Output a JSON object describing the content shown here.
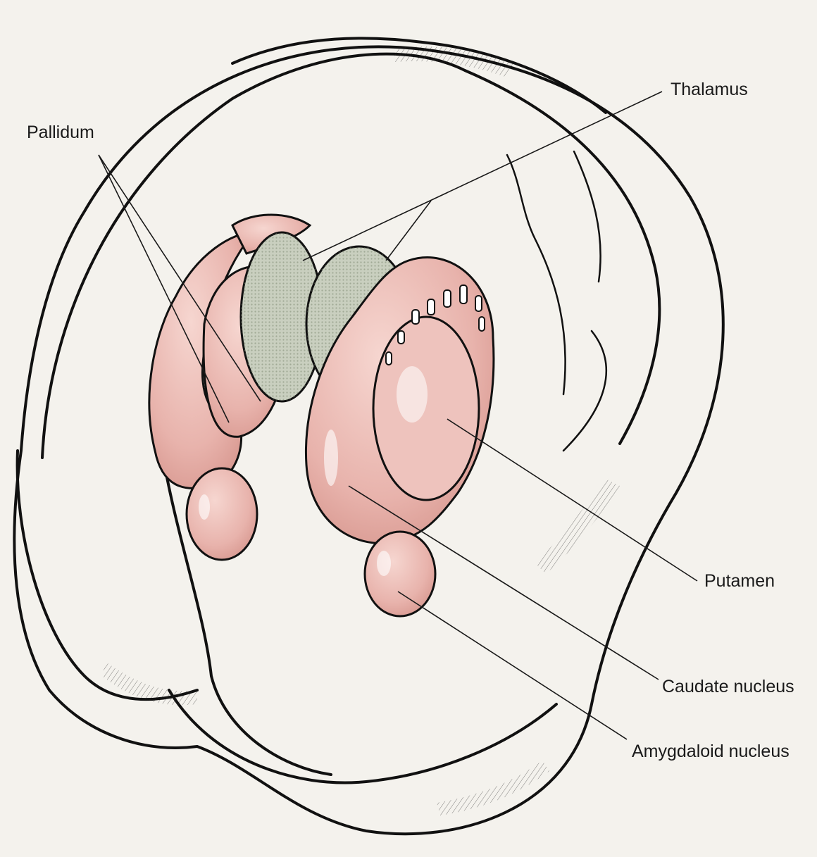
{
  "labels": {
    "thalamus": "Thalamus",
    "pallidum": "Pallidum",
    "putamen": "Putamen",
    "caudate": "Caudate nucleus",
    "amygdaloid": "Amygdaloid nucleus"
  },
  "colors": {
    "background": "#f4f2ed",
    "outline": "#111111",
    "nucleus_pink": "#e8b3ac",
    "thalamus_gray": "#a9b1a0",
    "leader_line": "#1a1a1a"
  }
}
